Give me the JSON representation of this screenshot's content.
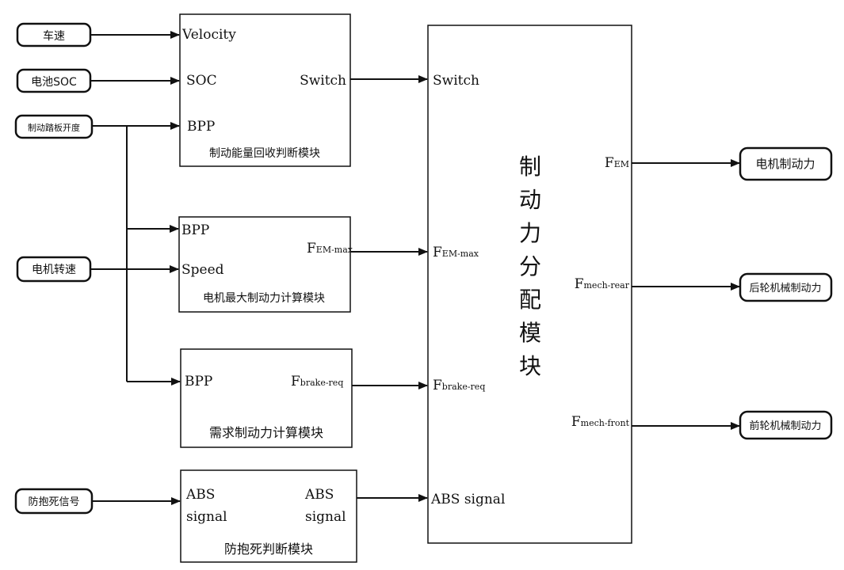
{
  "inputs": {
    "vehicle_speed": "车速",
    "battery_soc": "电池SOC",
    "brake_pedal_opening": "制动踏板开度",
    "motor_speed": "电机转速",
    "anti_lock_signal": "防抱死信号"
  },
  "blocks": {
    "regen_judge": {
      "title": "制动能量回收判断模块",
      "in_velocity": "Velocity",
      "in_soc": "SOC",
      "in_bpp": "BPP",
      "out_switch": "Switch"
    },
    "motor_max": {
      "title": "电机最大制动力计算模块",
      "in_bpp": "BPP",
      "in_speed": "Speed",
      "out_main": "F",
      "out_sub": "EM-max"
    },
    "demand": {
      "title": "需求制动力计算模块",
      "in_bpp": "BPP",
      "out_main": "F",
      "out_sub": "brake-req"
    },
    "abs_judge": {
      "title": "防抱死判断模块",
      "in_line1": "ABS",
      "in_line2": "signal",
      "out_line1": "ABS",
      "out_line2": "signal"
    },
    "distribution": {
      "title_chars": [
        "制",
        "动",
        "力",
        "分",
        "配",
        "模",
        "块"
      ],
      "in_switch": "Switch",
      "in_fem_max_main": "F",
      "in_fem_max_sub": "EM-max",
      "in_fbrake_main": "F",
      "in_fbrake_sub": "brake-req",
      "in_abs": "ABS signal",
      "out_fem_main": "F",
      "out_fem_sub": "EM",
      "out_rear_main": "F",
      "out_rear_sub": "mech-rear",
      "out_front_main": "F",
      "out_front_sub": "mech-front"
    }
  },
  "outputs": {
    "motor_brake_force": "电机制动力",
    "rear_mech_force": "后轮机械制动力",
    "front_mech_force": "前轮机械制动力"
  }
}
